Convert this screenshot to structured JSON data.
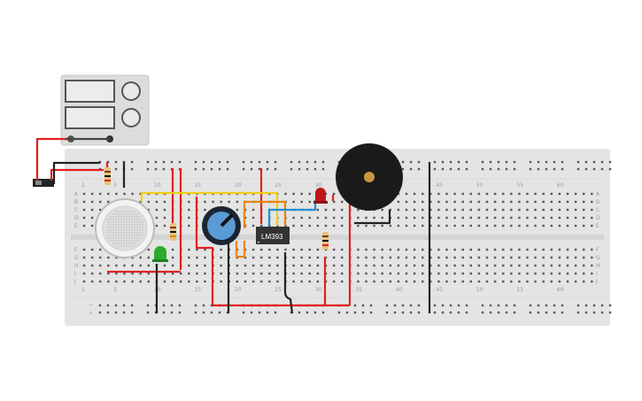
{
  "breadboard": {
    "column_numbers": [
      "1",
      "5",
      "10",
      "15",
      "20",
      "25",
      "30",
      "35",
      "40",
      "45",
      "50",
      "55",
      "60"
    ],
    "row_letters_top": [
      "A",
      "B",
      "C",
      "D",
      "E"
    ],
    "row_letters_bottom": [
      "F",
      "G",
      "H",
      "I",
      "J"
    ],
    "rail_minus": "−",
    "rail_plus": "+"
  },
  "components": {
    "comparator_label": "LM393",
    "comparator_pin_mark": "•"
  },
  "power_supply": {
    "knob_labels": [
      "V",
      "A"
    ]
  },
  "colors": {
    "wire_red": "#e02020",
    "wire_black": "#222222",
    "wire_yellow": "#f2cc1a",
    "wire_orange": "#e8860c",
    "wire_blue": "#1e90d6",
    "board": "#e4e4e4",
    "led_red": "#c0141a",
    "led_green": "#2faa2f",
    "pot_blue": "#5b9bd5"
  }
}
